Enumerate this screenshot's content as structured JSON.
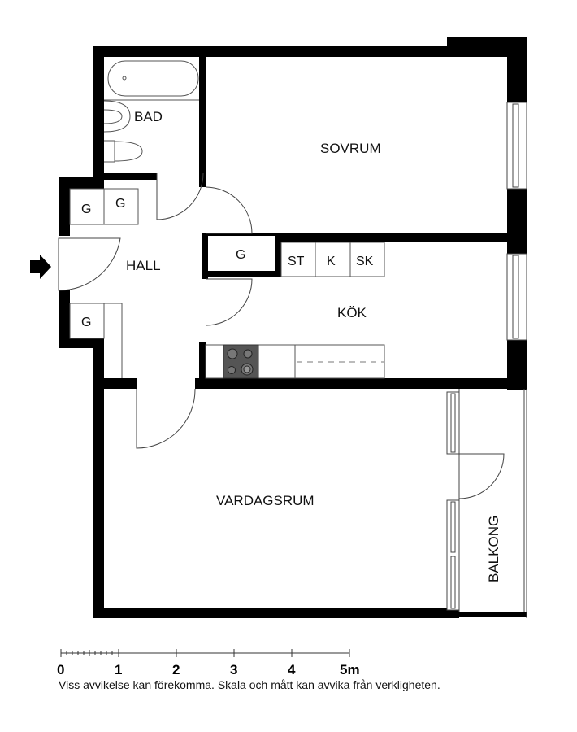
{
  "rooms": {
    "bad": "BAD",
    "sovrum": "SOVRUM",
    "hall": "HALL",
    "kok": "KÖK",
    "vardagsrum": "VARDAGSRUM",
    "balkong": "BALKONG"
  },
  "closets": {
    "hall_top_left": "G",
    "hall_top_right": "G",
    "hall_bottom": "G",
    "kitchen_side": "G"
  },
  "appliances": {
    "st": "ST",
    "k": "K",
    "sk": "SK"
  },
  "scale": {
    "labels": [
      "0",
      "1",
      "2",
      "3",
      "4",
      "5m"
    ]
  },
  "disclaimer": "Viss avvikelse kan förekomma. Skala och mått kan avvika från verkligheten.",
  "icons": {
    "entrance": "arrow-right-icon"
  }
}
